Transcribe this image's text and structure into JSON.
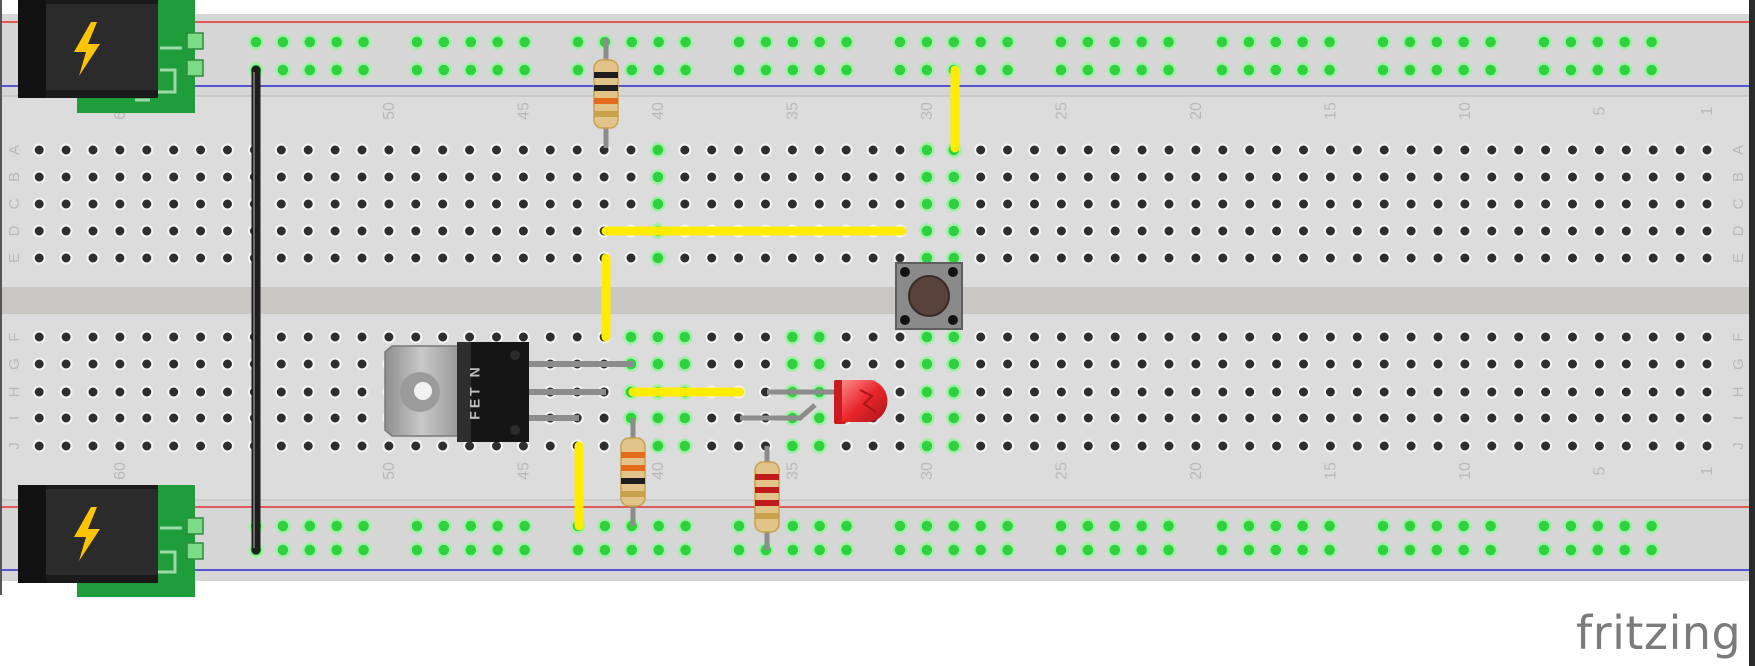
{
  "app": {
    "brand": "fritzing"
  },
  "breadboard": {
    "columns": 63,
    "row_letters": [
      "A",
      "B",
      "C",
      "D",
      "E",
      "F",
      "G",
      "H",
      "I",
      "J"
    ],
    "column_labels": [
      "1",
      "5",
      "10",
      "15",
      "20",
      "25",
      "30",
      "35",
      "40",
      "45",
      "50",
      "60"
    ],
    "rail_colors": {
      "positive": "#e33030",
      "negative": "#2c2ccf"
    },
    "board_color": "#dadada",
    "channel_color": "#c9c7c4"
  },
  "components": {
    "mosfet": {
      "label": "FET N"
    },
    "power_jacks": [
      {
        "name": "top"
      },
      {
        "name": "bottom"
      }
    ],
    "resistors": [
      {
        "name": "r1",
        "bands": [
          "#1e1e1e",
          "#1e1e1e",
          "#e66a1c",
          "#c7a24a"
        ]
      },
      {
        "name": "r2",
        "bands": [
          "#e66a1c",
          "#e66a1c",
          "#1e1e1e",
          "#c7a24a"
        ]
      },
      {
        "name": "r3",
        "bands": [
          "#c01c1c",
          "#c01c1c",
          "#c01c1c",
          "#c7a24a"
        ]
      }
    ],
    "led": {
      "color": "#e8262b"
    },
    "pushbutton": {
      "cap_color": "#5a423c"
    },
    "wire_color": "#ffec00",
    "jumper_color": "#2b2b2b"
  }
}
